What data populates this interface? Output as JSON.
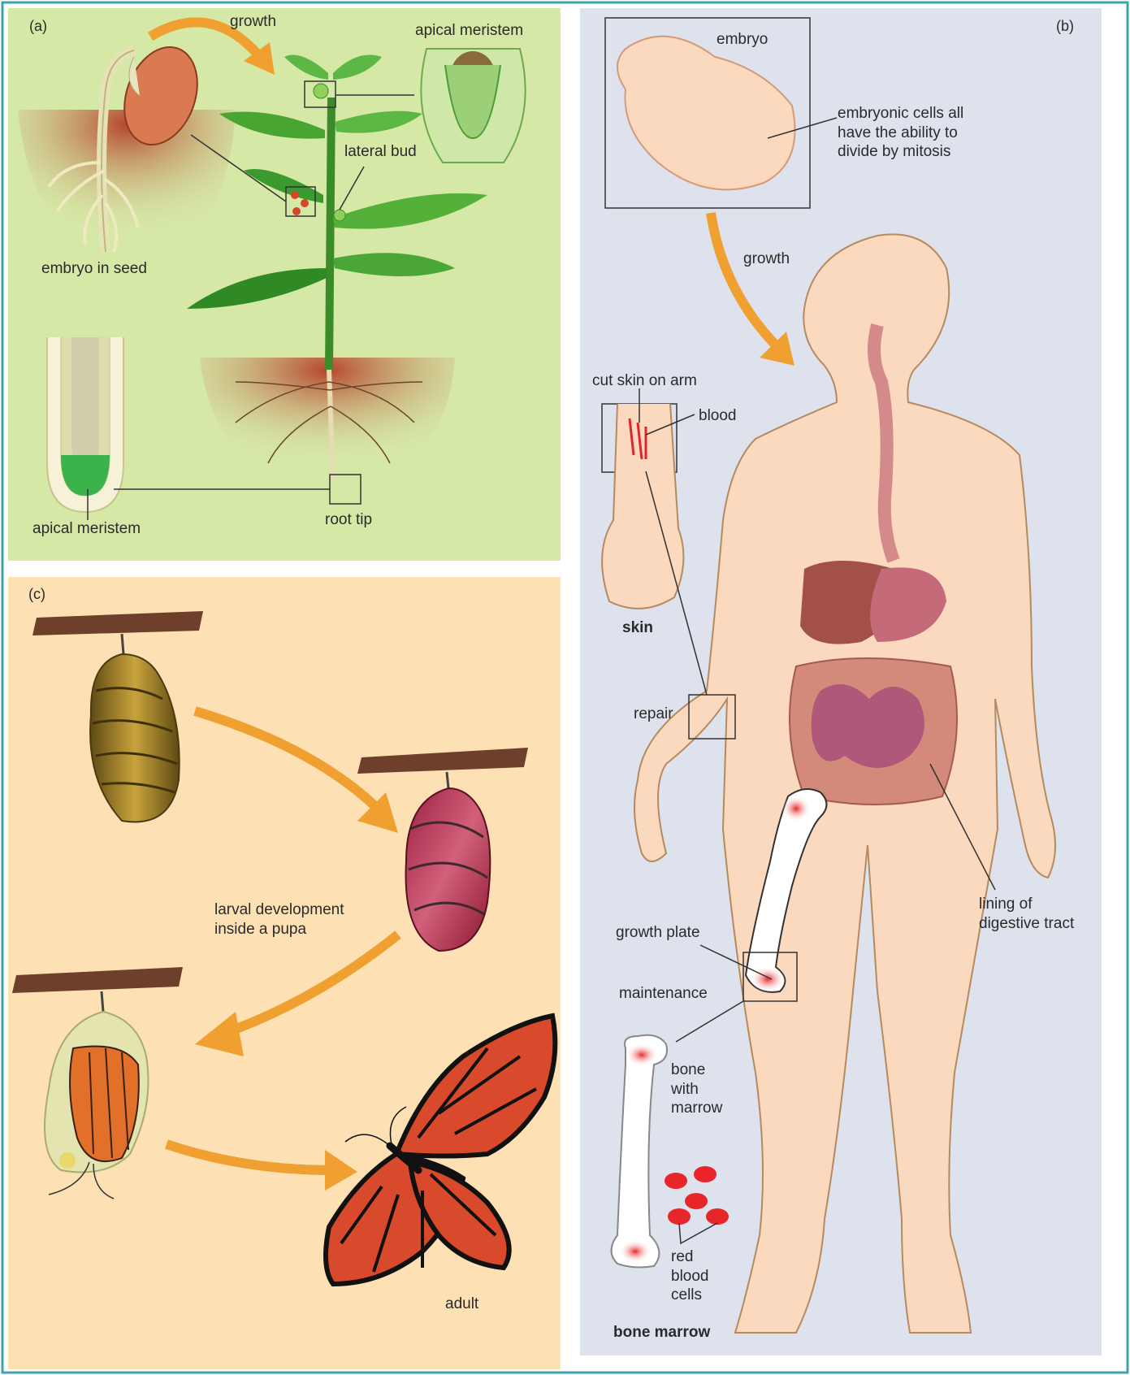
{
  "panels": {
    "a": {
      "tag": "(a)",
      "growth": "growth",
      "apical_meristem_top": "apical meristem",
      "lateral_bud": "lateral bud",
      "embryo_in_seed": "embryo in seed",
      "apical_meristem_bottom": "apical meristem",
      "root_tip": "root tip"
    },
    "b": {
      "tag": "(b)",
      "embryo": "embryo",
      "embryonic_cells": [
        "embryonic cells all",
        "have the ability to",
        "divide by mitosis"
      ],
      "growth": "growth",
      "cut_skin": "cut skin on arm",
      "blood": "blood",
      "skin": "skin",
      "repair": "repair",
      "lining": [
        "lining of",
        "digestive tract"
      ],
      "growth_plate": "growth plate",
      "maintenance": "maintenance",
      "bone_with_marrow": [
        "bone",
        "with",
        "marrow"
      ],
      "red_blood_cells": [
        "red",
        "blood",
        "cells"
      ],
      "bone_marrow": "bone marrow"
    },
    "c": {
      "tag": "(c)",
      "larval": [
        "larval development",
        "inside a pupa"
      ],
      "adult": "adult"
    }
  },
  "colors": {
    "panel_a_bg": "#d6e8a6",
    "panel_b_bg": "#dde2ed",
    "panel_c_bg": "#fde0b4",
    "border": "#3fa3ae",
    "arrow": "#f0a030",
    "skin": "#fbd9bf",
    "soil": "#b8553a"
  }
}
